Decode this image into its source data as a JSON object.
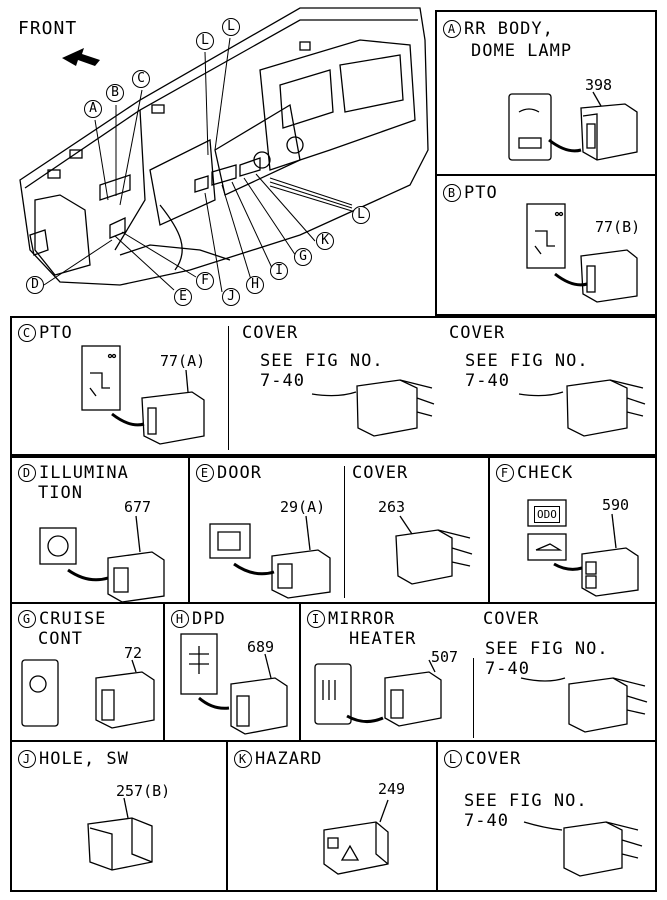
{
  "overview": {
    "front_label": "FRONT",
    "callouts": [
      "A",
      "B",
      "C",
      "L",
      "L",
      "L",
      "D",
      "E",
      "F",
      "J",
      "H",
      "I",
      "G",
      "K"
    ]
  },
  "panels": {
    "A": {
      "letter": "A",
      "title1": "RR BODY,",
      "title2": "DOME LAMP",
      "part": "398"
    },
    "B": {
      "letter": "B",
      "title1": "PTO",
      "part": "77(B)"
    },
    "C": {
      "letter": "C",
      "title1": "PTO",
      "part": "77(A)",
      "cover_title": "COVER",
      "cover_ref1": "SEE FIG NO.",
      "cover_ref2": "7-40"
    },
    "C_right": {
      "cover_title": "COVER",
      "cover_ref1": "SEE FIG NO.",
      "cover_ref2": "7-40"
    },
    "D": {
      "letter": "D",
      "title1": "ILLUMINA",
      "title2": "TION",
      "part": "677"
    },
    "E": {
      "letter": "E",
      "title1": "DOOR",
      "part": "29(A)",
      "cover_title": "COVER",
      "cover_part": "263"
    },
    "F": {
      "letter": "F",
      "title1": "CHECK",
      "part": "590",
      "odo": "ODO"
    },
    "G": {
      "letter": "G",
      "title1": "CRUISE",
      "title2": "CONT",
      "part": "72"
    },
    "H": {
      "letter": "H",
      "title1": "DPD",
      "part": "689"
    },
    "I": {
      "letter": "I",
      "title1": "MIRROR",
      "title2": "HEATER",
      "part": "507",
      "cover_title": "COVER",
      "cover_ref1": "SEE FIG NO.",
      "cover_ref2": "7-40"
    },
    "J": {
      "letter": "J",
      "title1": "HOLE, SW",
      "part": "257(B)"
    },
    "K": {
      "letter": "K",
      "title1": "HAZARD",
      "part": "249"
    },
    "L": {
      "letter": "L",
      "title1": "COVER",
      "cover_ref1": "SEE FIG NO.",
      "cover_ref2": "7-40"
    }
  }
}
